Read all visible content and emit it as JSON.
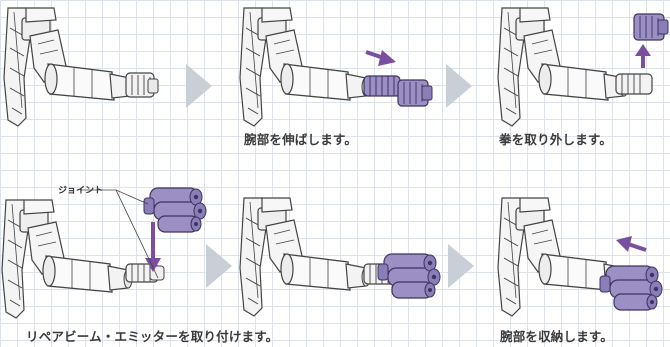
{
  "colors": {
    "part_highlight": "#9b8fc4",
    "arrow_purple": "#7b4fa0",
    "step_arrow": "#c9cfd6",
    "line": "#444444",
    "grid": "#dde3ea"
  },
  "steps": [
    {
      "caption": ""
    },
    {
      "caption": "腕部を伸ばします。"
    },
    {
      "caption": "拳を取り外します。"
    },
    {
      "caption": "リペアビーム・エミッターを取り付けます。",
      "callout": "ジョイント"
    },
    {
      "caption": ""
    },
    {
      "caption": "腕部を収納します。"
    }
  ]
}
